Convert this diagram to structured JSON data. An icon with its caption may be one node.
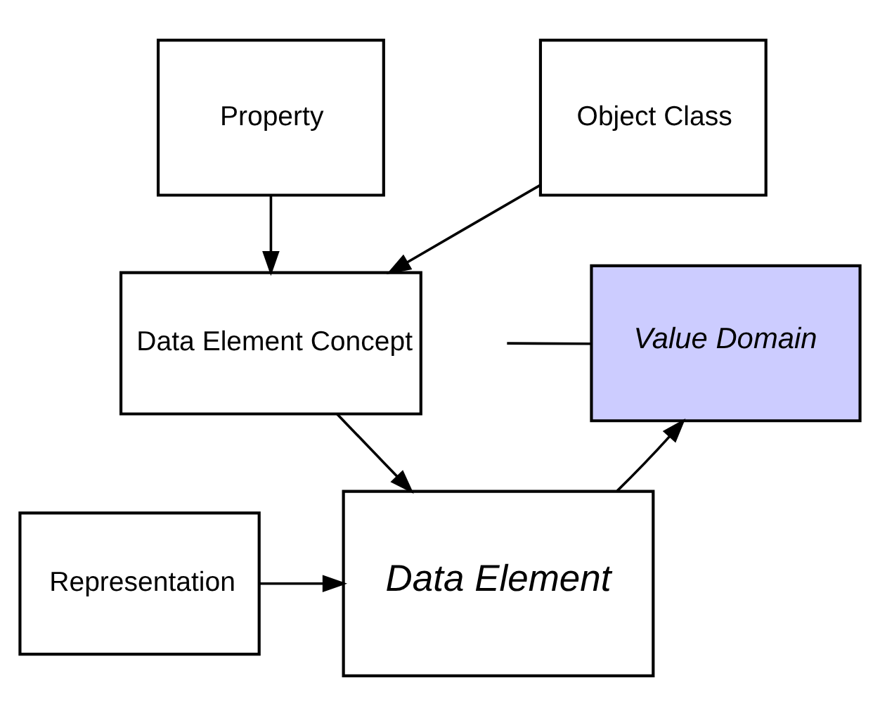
{
  "diagram": {
    "nodes": [
      {
        "text": [
          "Object Class"
        ]
      },
      {
        "text": [
          "Property"
        ]
      },
      {
        "text": [
          "Data Element Concept"
        ]
      },
      {
        "text": [
          "Value Domain"
        ]
      },
      {
        "text": [
          "Data Element"
        ]
      },
      {
        "text": [
          "Representation"
        ]
      }
    ],
    "edges": [
      {
        "from": 0,
        "to": 2,
        "arrow": "to"
      },
      {
        "from": 1,
        "to": 2,
        "arrow": "to"
      },
      {
        "from": 2,
        "to": 4,
        "arrow": "to"
      },
      {
        "from": 5,
        "to": 4,
        "arrow": "to"
      },
      {
        "from": 4,
        "to": 3,
        "arrow": "to"
      },
      {
        "from": null,
        "to": 3,
        "arrow": "none"
      }
    ]
  }
}
